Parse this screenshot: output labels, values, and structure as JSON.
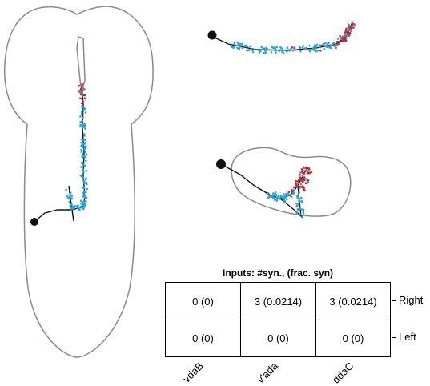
{
  "table": {
    "title": "Inputs: #syn., (frac. syn)",
    "columns": [
      "vdaB",
      "v'ada",
      "ddaC"
    ],
    "rows": [
      {
        "label": "Right",
        "cells": [
          "0 (0)",
          "3 (0.0214)",
          "3 (0.0214)"
        ]
      },
      {
        "label": "Left",
        "cells": [
          "0 (0)",
          "0 (0)",
          "0 (0)"
        ]
      }
    ]
  },
  "colors": {
    "outline": "#8a8a8a",
    "skeleton": "#111111",
    "postsynaptic": "#29a3d6",
    "presynaptic": "#d42020"
  }
}
